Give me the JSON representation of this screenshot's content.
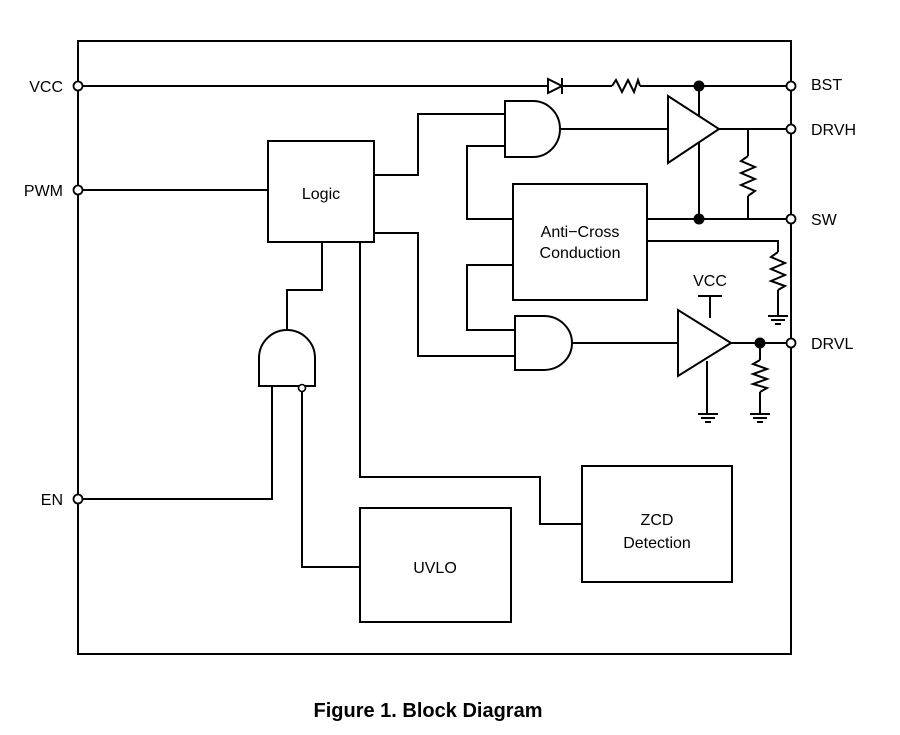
{
  "blocks": {
    "logic": "Logic",
    "anticross_line1": "Anti−Cross",
    "anticross_line2": "Conduction",
    "zcd_line1": "ZCD",
    "zcd_line2": "Detection",
    "uvlo": "UVLO"
  },
  "pins": {
    "vcc": "VCC",
    "pwm": "PWM",
    "en": "EN",
    "bst": "BST",
    "drvh": "DRVH",
    "sw": "SW",
    "drvl": "DRVL"
  },
  "supply_label": "VCC",
  "caption": "Figure 1. Block Diagram"
}
